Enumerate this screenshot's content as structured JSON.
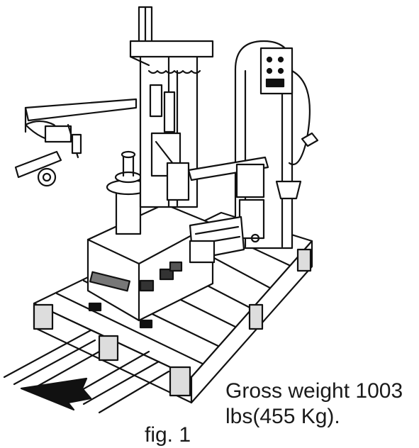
{
  "figure": {
    "caption": "fig. 1",
    "weight_line1": "Gross weight 1003",
    "weight_line2": "lbs(455 Kg).",
    "illustration": "tyre-changer-machine-on-pallet",
    "line_color": "#111111"
  }
}
